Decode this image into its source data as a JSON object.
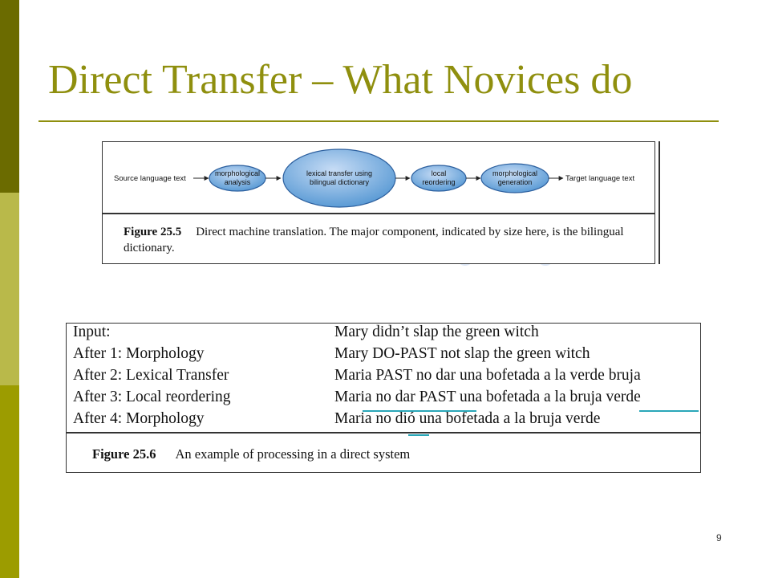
{
  "slide": {
    "title": "Direct Transfer – What Novices do",
    "page_number": "9"
  },
  "figure_25_5": {
    "source_label": "Source language text",
    "target_label": "Target language text",
    "nodes": [
      {
        "line1": "morphological",
        "line2": "analysis"
      },
      {
        "line1": "lexical transfer using",
        "line2": "bilingual dictionary"
      },
      {
        "line1": "local",
        "line2": "reordering"
      },
      {
        "line1": "morphological",
        "line2": "generation"
      }
    ],
    "caption_label": "Figure 25.5",
    "caption_text": "Direct machine translation. The major component, indicated by size here, is the bilingual dictionary."
  },
  "figure_25_6": {
    "rows": [
      {
        "stage": "Input:",
        "text": "Mary didn’t slap the green witch"
      },
      {
        "stage": "After 1: Morphology",
        "text": "Mary DO-PAST not slap the green witch"
      },
      {
        "stage": "After 2: Lexical Transfer",
        "text": "Maria PAST no dar una bofetada a la verde bruja"
      },
      {
        "stage": "After 3: Local reordering",
        "text": "Maria no dar PAST una bofetada a la bruja verde"
      },
      {
        "stage": "After 4: Morphology",
        "text": "Maria no dió una bofetada a la bruja verde"
      }
    ],
    "caption_label": "Figure 25.6",
    "caption_text": "An example of processing in a direct system",
    "highlight_color": "#2aa7b8"
  },
  "colors": {
    "accent": "#8f8f0e",
    "bar_dark": "#6b6b00",
    "bar_light": "#b9b94a",
    "bar_mid": "#9c9c00",
    "node_fill": "#5b9bd5"
  }
}
